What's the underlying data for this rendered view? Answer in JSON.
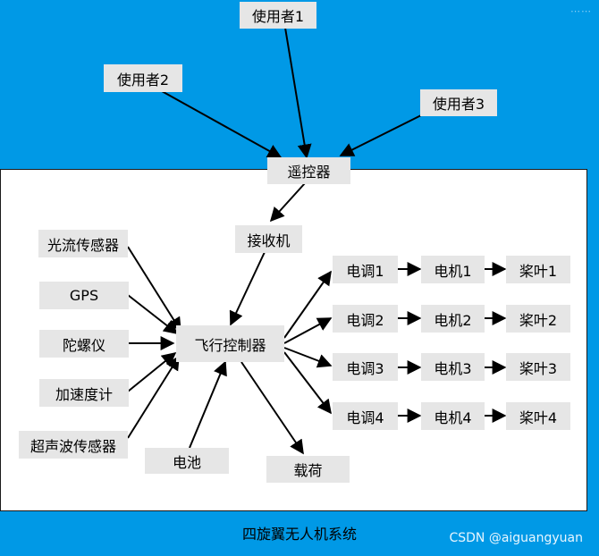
{
  "nodes": {
    "user1": "使用者1",
    "user2": "使用者2",
    "user3": "使用者3",
    "remote": "遥控器",
    "receiver": "接收机",
    "optical_flow": "光流传感器",
    "gps": "GPS",
    "gyro": "陀螺仪",
    "accelerometer": "加速度计",
    "ultrasonic": "超声波传感器",
    "flight_controller": "飞行控制器",
    "battery": "电池",
    "payload": "载荷",
    "esc1": "电调1",
    "esc2": "电调2",
    "esc3": "电调3",
    "esc4": "电调4",
    "motor1": "电机1",
    "motor2": "电机2",
    "motor3": "电机3",
    "motor4": "电机4",
    "prop1": "桨叶1",
    "prop2": "桨叶2",
    "prop3": "桨叶3",
    "prop4": "桨叶4"
  },
  "caption": "四旋翼无人机系统",
  "watermark": "CSDN @aiguangyuan",
  "colors": {
    "background": "#0099e6",
    "panel": "#ffffff",
    "node": "#e6e6e6",
    "edge": "#000000"
  }
}
